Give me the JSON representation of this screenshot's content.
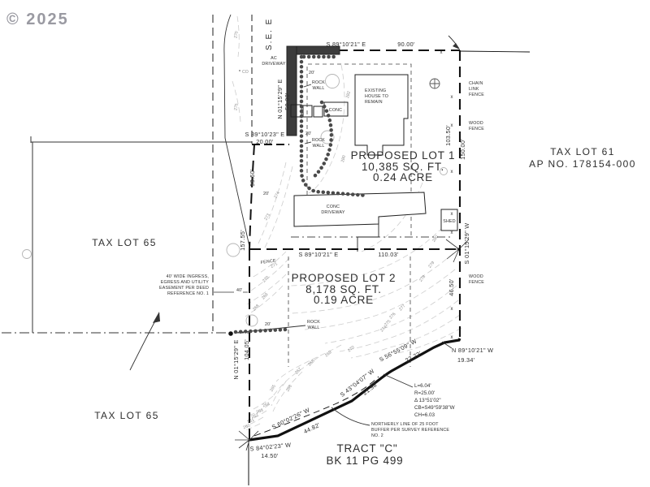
{
  "watermark": "© 2025",
  "street_label": "S.E. E",
  "parcels": {
    "lot1": {
      "name": "PROPOSED LOT 1",
      "area_sqft": "10,385 SQ. FT.",
      "area_acre": "0.24 ACRE"
    },
    "lot2": {
      "name": "PROPOSED LOT 2",
      "area_sqft": "8,178 SQ. FT.",
      "area_acre": "0.19 ACRE"
    },
    "tax_lot_61": {
      "name": "TAX LOT 61",
      "ap": "AP NO. 178154-000"
    },
    "tax_lot_65_upper": "TAX LOT 65",
    "tax_lot_65_lower": "TAX LOT 65",
    "tract_c": {
      "name": "TRACT \"C\"",
      "ref": "BK 11 PG 499"
    }
  },
  "bearings": {
    "north": {
      "b": "S 89°10'21\" E",
      "d": "90.00'"
    },
    "flag": {
      "b": "S 89°10'23\" E",
      "d": "20.00'"
    },
    "mid": {
      "b": "S 89°10'21\" E",
      "d": "110.03'"
    },
    "west_upper": {
      "b": "N 01°15'29\" E",
      "d": "50.00'"
    },
    "west_53": "53.50'",
    "west_157": "157.55'",
    "west_lower": {
      "b": "N 01°15'29\" E",
      "d": "104.05'"
    },
    "east_103": "103.50'",
    "east_150": "150.00'",
    "east_mid": "S 01°15'29\" W",
    "east_46": "46.50'",
    "south_1": {
      "b": "S 84°02'23\" W",
      "d": "14.50'"
    },
    "south_2": {
      "b": "S 60°02'26\" W",
      "d": "44.82'"
    },
    "south_3": {
      "b": "S 43°04'07\" W",
      "d": "21.98'"
    },
    "south_4": {
      "b": "S 56°55'09\" W",
      "d": "22.72'"
    },
    "south_5": {
      "b": "N 89°10'21\" W",
      "d": "19.34'"
    }
  },
  "curve": {
    "l": "L=6.04'",
    "r": "R=25.00'",
    "delta": "Δ 13°51'02\"",
    "cb": "CB=S49°59'38\"W",
    "ch": "CH=6.03"
  },
  "notes": {
    "easement": [
      "40' WIDE INGRESS,",
      "EGRESS AND UTILITY",
      "EASEMENT PER DEED",
      "REFERENCE NO. 1"
    ],
    "easement_width": "40'",
    "buffer": [
      "NORTHERLY LINE OF 25 FOOT",
      "BUFFER PER SURVEY REFERENCE",
      "NO. 2"
    ]
  },
  "features": {
    "ac_driveway": [
      "AC",
      "DRIVEWAY"
    ],
    "conc_driveway": [
      "CONC",
      "DRIVEWAY"
    ],
    "conc": "CONC",
    "rock_wall": [
      "ROCK",
      "WALL"
    ],
    "existing_house": [
      "EXISTING",
      "HOUSE TO",
      "REMAIN"
    ],
    "shed": "SHED",
    "fence": "FENCE",
    "chain_link_fence": [
      "CHAIN",
      "LINK",
      "FENCE"
    ],
    "wood_fence": [
      "WOOD",
      "FENCE"
    ],
    "co_mark": "CO"
  },
  "dims": {
    "twenty": "20'"
  },
  "symbols": {
    "fence_mark": "x"
  },
  "contours": {
    "values": [
      "282",
      "281",
      "280",
      "279",
      "278",
      "277",
      "276",
      "275",
      "274",
      "273",
      "271",
      "270",
      "269",
      "268",
      "267",
      "266",
      "265",
      "264",
      "263",
      "262",
      "261",
      "260"
    ]
  }
}
